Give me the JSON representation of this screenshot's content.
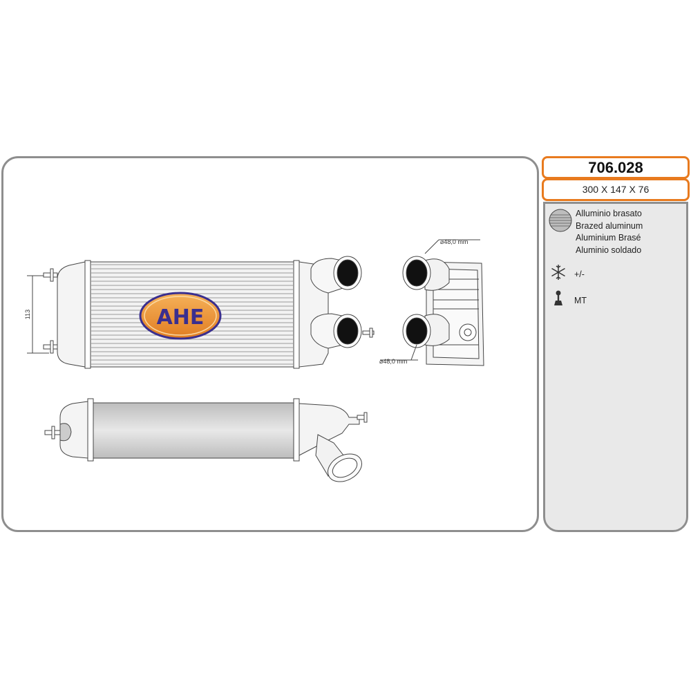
{
  "part": {
    "code": "706.028",
    "dimensions": "300 X 147 X 76"
  },
  "materials": [
    "Alluminio brasato",
    "Brazed aluminum",
    "Aluminium Brasé",
    "Aluminio soldado"
  ],
  "specs": [
    {
      "icon": "snowflake-icon",
      "label": "+/-"
    },
    {
      "icon": "gear-shift-icon",
      "label": "MT"
    }
  ],
  "drawing": {
    "height_label": "113",
    "diameter_top": "⌀48,0 mm",
    "diameter_bottom": "⌀48,0 mm",
    "logo": "AHE"
  },
  "colors": {
    "accent_border": "#e87a1e",
    "panel_border": "#8e8e8e",
    "side_panel_bg": "#e9e9e9",
    "logo_blue": "#3a2f8f",
    "logo_orange": "#e8882a"
  }
}
